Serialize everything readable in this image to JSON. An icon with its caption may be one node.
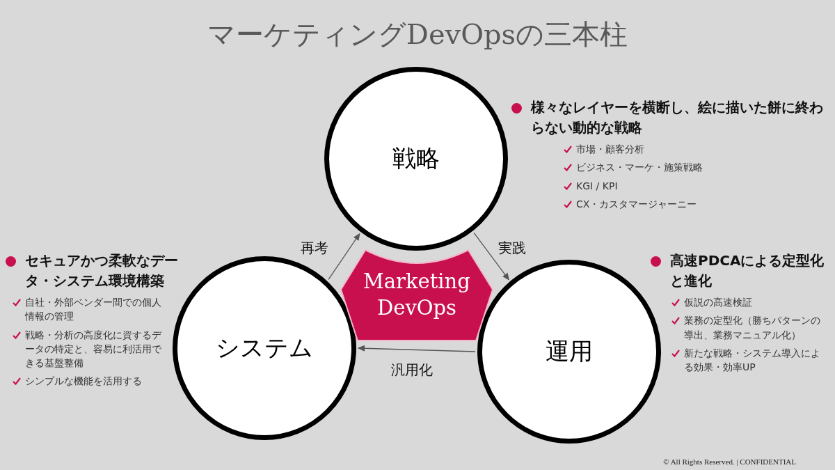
{
  "diagram": {
    "title": "マーケティングDevOpsの三本柱",
    "nodes": [
      {
        "text": [
          "戦略"
        ]
      },
      {
        "text": [
          "運用"
        ]
      },
      {
        "text": [
          "システム"
        ]
      },
      {
        "text": [
          "Marketing DevOps"
        ]
      }
    ],
    "edges": [
      {
        "from": 2,
        "to": 0,
        "arrow": "to",
        "label": "再考"
      },
      {
        "from": 0,
        "to": 1,
        "arrow": "to",
        "label": "実践"
      },
      {
        "from": 1,
        "to": 2,
        "arrow": "to",
        "label": "汎用化"
      }
    ],
    "labels": [
      "様々なレイヤーを横断し、絵に描いた餅に終わらない動的な戦略",
      "市場・顧客分析",
      "ビジネス・マーケ・施策戦略",
      "KGI / KPI",
      "CX・カスタマージャーニー",
      "セキュアかつ柔軟なデータ・システム環境構築",
      "自社・外部ベンダー間での個人情報の管理",
      "戦略・分析の高度化に資するデータの特定と、容易に利活用できる基盤整備",
      "シンプルな機能を活用する",
      "高速PDCAによる定型化と進化",
      "仮説の高速検証",
      "業務の定型化（勝ちパターンの導出、業務マニュアル化）",
      "新たな戦略・システム導入による効果・効率UP",
      "© All Rights Reserved. | CONFIDENTIAL"
    ]
  }
}
